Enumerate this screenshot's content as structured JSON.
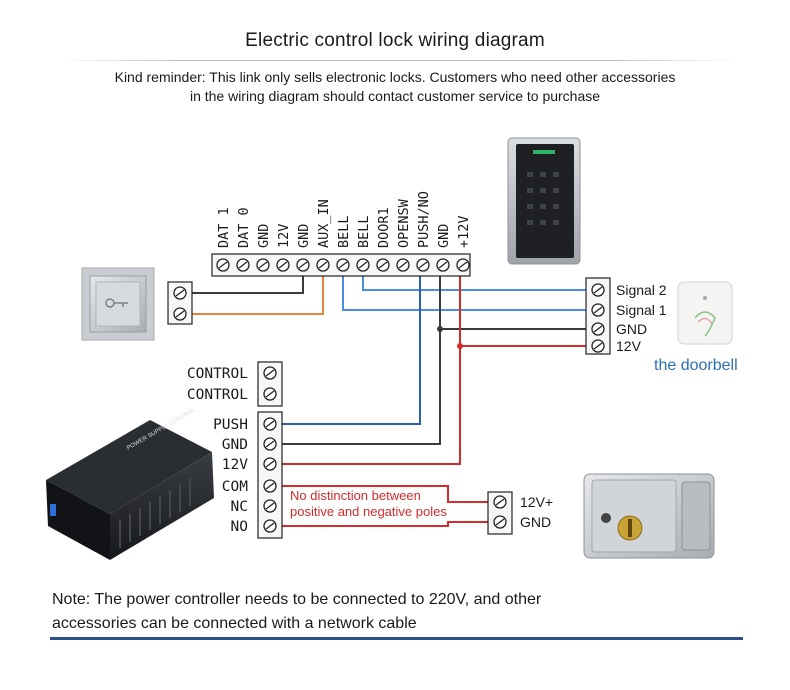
{
  "title": "Electric control lock wiring diagram",
  "reminder": {
    "line1": "Kind reminder: This link only sells electronic locks. Customers who need other accessories",
    "line2": "in the wiring diagram should contact customer service to purchase"
  },
  "reader_terminals": [
    "DAT 1",
    "DAT 0",
    "GND",
    "12V",
    "GND",
    "AUX_IN",
    "BELL",
    "BELL",
    "DOOR1",
    "OPENSW",
    "PUSH/NO",
    "GND",
    "+12V"
  ],
  "doorbell_terminals": [
    "Signal 2",
    "Signal 1",
    "GND",
    "12V"
  ],
  "doorbell_caption": "the doorbell",
  "power_terminals": [
    "CONTROL",
    "CONTROL",
    "PUSH",
    "GND",
    "12V",
    "COM",
    "NC",
    "NO"
  ],
  "power_supply_label": "POWER SUPPLY CONTROL",
  "lock_terminals": [
    "12V+",
    "GND"
  ],
  "polarity_note": {
    "line1": "No distinction between",
    "line2": "positive and negative poles"
  },
  "note": {
    "line1": "Note: The power controller needs to be connected to 220V, and other",
    "line2": "accessories can be connected with a network cable"
  },
  "colors": {
    "wire_black": "#3a3a3a",
    "wire_orange": "#e8843a",
    "wire_blue_light": "#4a8ee0",
    "wire_blue_dark": "#2d5fb0",
    "wire_red": "#d42a2a",
    "doorbell_caption": "#2d6fb8",
    "note_rule": "#2f4f8f"
  }
}
